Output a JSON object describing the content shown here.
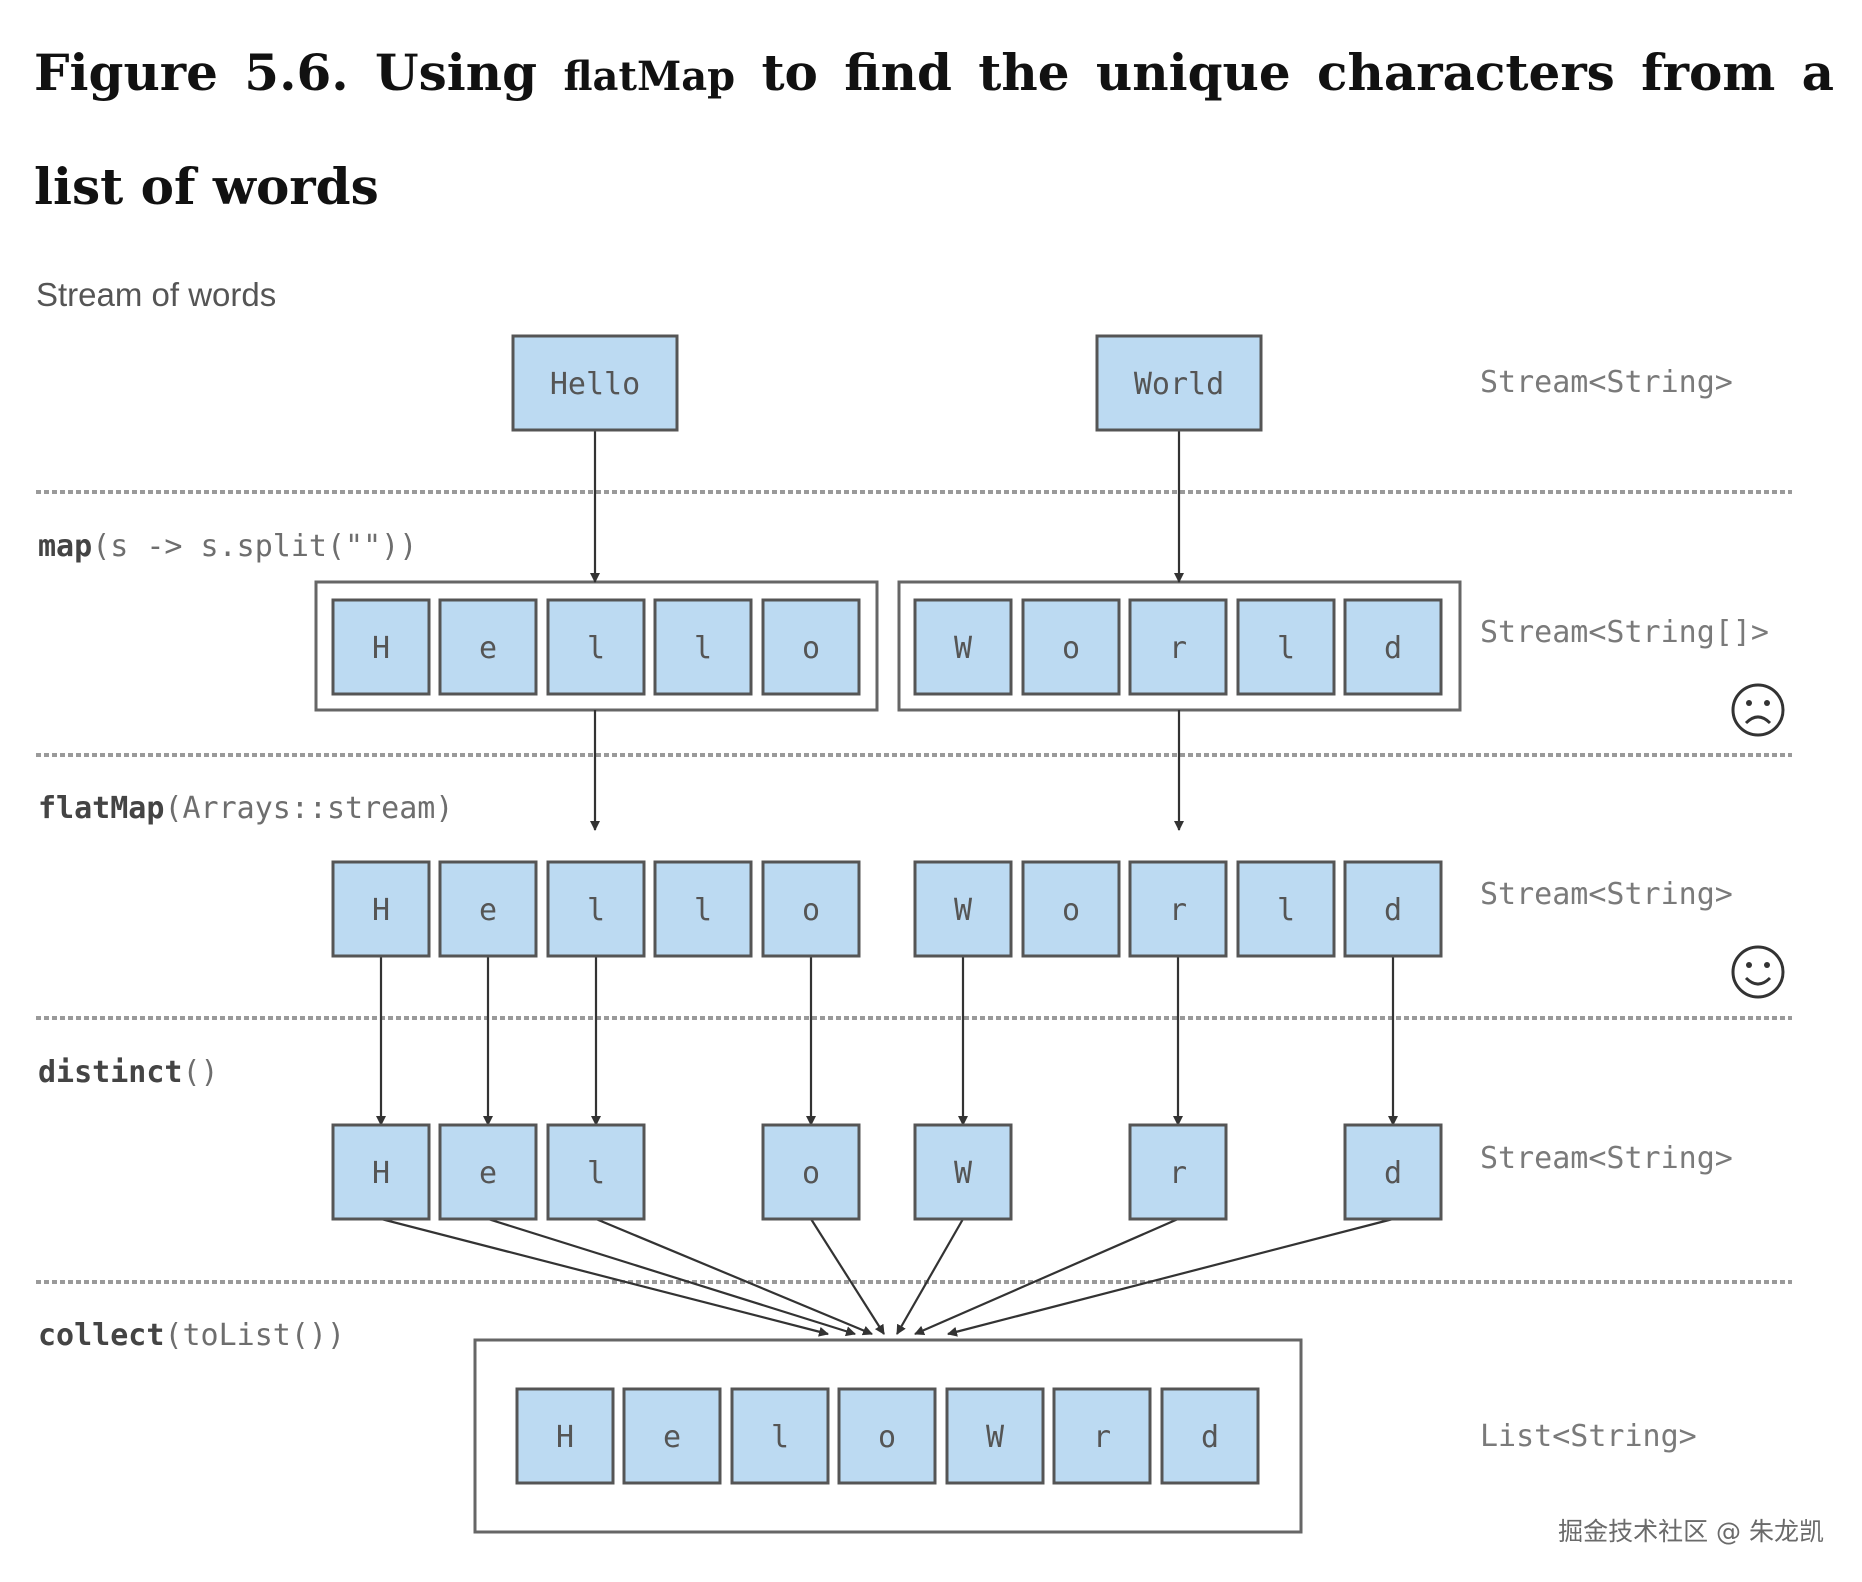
{
  "title": {
    "prefix": "Figure 5.6. Using ",
    "code": "flatMap",
    "suffix": " to find the unique characters from a list of words"
  },
  "diagram": {
    "top_label": "Stream of words",
    "words": [
      "Hello",
      "World"
    ],
    "stages": [
      {
        "op": "map",
        "args": "(s -> s.split(\"\"))",
        "type": "Stream<String[]>",
        "mood": "sad-face-icon",
        "arrays": [
          [
            "H",
            "e",
            "l",
            "l",
            "o"
          ],
          [
            "W",
            "o",
            "r",
            "l",
            "d"
          ]
        ]
      },
      {
        "op": "flatMap",
        "args": "(Arrays::stream)",
        "type": "Stream<String>",
        "mood": "smiley-face-icon",
        "items": [
          "H",
          "e",
          "l",
          "l",
          "o",
          "W",
          "o",
          "r",
          "l",
          "d"
        ]
      },
      {
        "op": "distinct",
        "args": "()",
        "type": "Stream<String>",
        "items": [
          "H",
          "e",
          "l",
          "o",
          "W",
          "r",
          "d"
        ]
      },
      {
        "op": "collect",
        "args": "(toList())",
        "type": "List<String>",
        "items": [
          "H",
          "e",
          "l",
          "o",
          "W",
          "r",
          "d"
        ]
      }
    ],
    "words_type": "Stream<String>"
  },
  "watermark": "掘金技术社区 @ 朱龙凯",
  "colors": {
    "box_fill": "#bcdaf2",
    "box_stroke": "#555555",
    "divider": "#9a9a9a",
    "arrow": "#333333"
  }
}
